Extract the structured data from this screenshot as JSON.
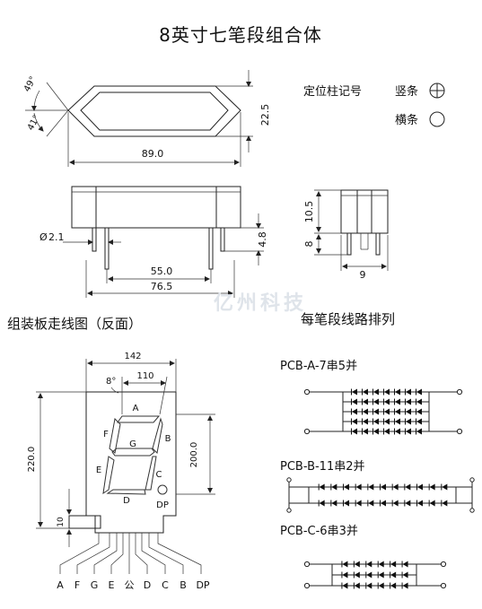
{
  "title": "8英寸七笔段组合体",
  "top_view": {
    "angle_top": "49°",
    "angle_bottom": "41°",
    "height": "22.5",
    "width": "89.0"
  },
  "legend": {
    "heading": "定位柱记号",
    "vertical_label": "竖条",
    "horizontal_label": "横条"
  },
  "front_view": {
    "pin_diameter": "2.1",
    "pin_spacing": "55.0",
    "overall_length": "76.5",
    "pin_length": "4.8"
  },
  "side_view": {
    "body_height": "10.5",
    "pin_height": "8",
    "width": "9"
  },
  "watermark": "亿州科技",
  "board_title": "组装板走线图（反面）",
  "board": {
    "width_outer": "142",
    "width_inner": "110",
    "slant": "8°",
    "height_outer": "220.0",
    "height_inner": "200.0",
    "tab_height": "10",
    "segments": [
      "A",
      "B",
      "C",
      "D",
      "E",
      "F",
      "G",
      "DP"
    ],
    "pins": [
      "A",
      "F",
      "G",
      "E",
      "公",
      "D",
      "C",
      "B",
      "DP"
    ]
  },
  "wiring_title": "每笔段线路排列",
  "pcb": [
    {
      "label": "PCB-A-7串5并",
      "series": 7,
      "parallel": 5
    },
    {
      "label": "PCB-B-11串2并",
      "series": 11,
      "parallel": 2
    },
    {
      "label": "PCB-C-6串3并",
      "series": 6,
      "parallel": 3
    }
  ]
}
